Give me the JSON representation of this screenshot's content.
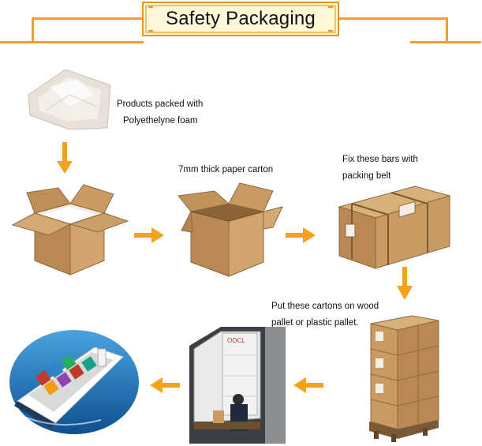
{
  "title": "Safety Packaging",
  "steps": [
    {
      "line1": "Products packed with",
      "line2": "Polyethelyne foam"
    },
    {
      "line1": "7mm thick paper carton"
    },
    {
      "line1": "Fix these bars with",
      "line2": "packing belt"
    },
    {
      "line1": "Put these cartons on wood",
      "line2": "pallet or plastic pallet."
    }
  ],
  "container_label": "OOCL",
  "colors": {
    "accent": "#f0a030",
    "arrow": "#f5a11c",
    "cardboard": "#c99a62"
  }
}
